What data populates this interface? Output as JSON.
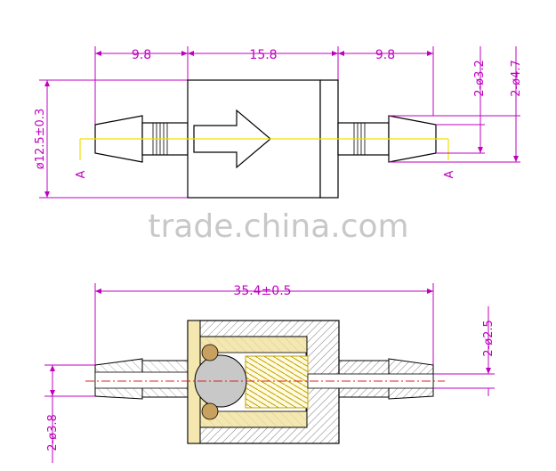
{
  "top_view": {
    "dim_left_barb": "9.8",
    "dim_body": "15.8",
    "dim_right_barb": "9.8",
    "dim_body_diameter": "ø12.5±0.3",
    "dim_tip_diameter": "2-ø3.2",
    "dim_barb_diameter": "2-ø4.7",
    "section_mark_left": "A",
    "section_mark_right": "A"
  },
  "watermark": "trade.china.com",
  "section_view": {
    "dim_overall_length": "35.4±0.5",
    "dim_bore_diameter": "2-ø2.5",
    "dim_outer_diameter": "2-ø3.8"
  },
  "colors": {
    "dimension": "#c000c0",
    "axis_line": "#f0e000",
    "center_line": "#e02020",
    "body_fill": "#f4e7b0",
    "ball_fill": "#c8c8c8",
    "o_ring_fill": "#c8a060",
    "hatch": "#808080"
  }
}
